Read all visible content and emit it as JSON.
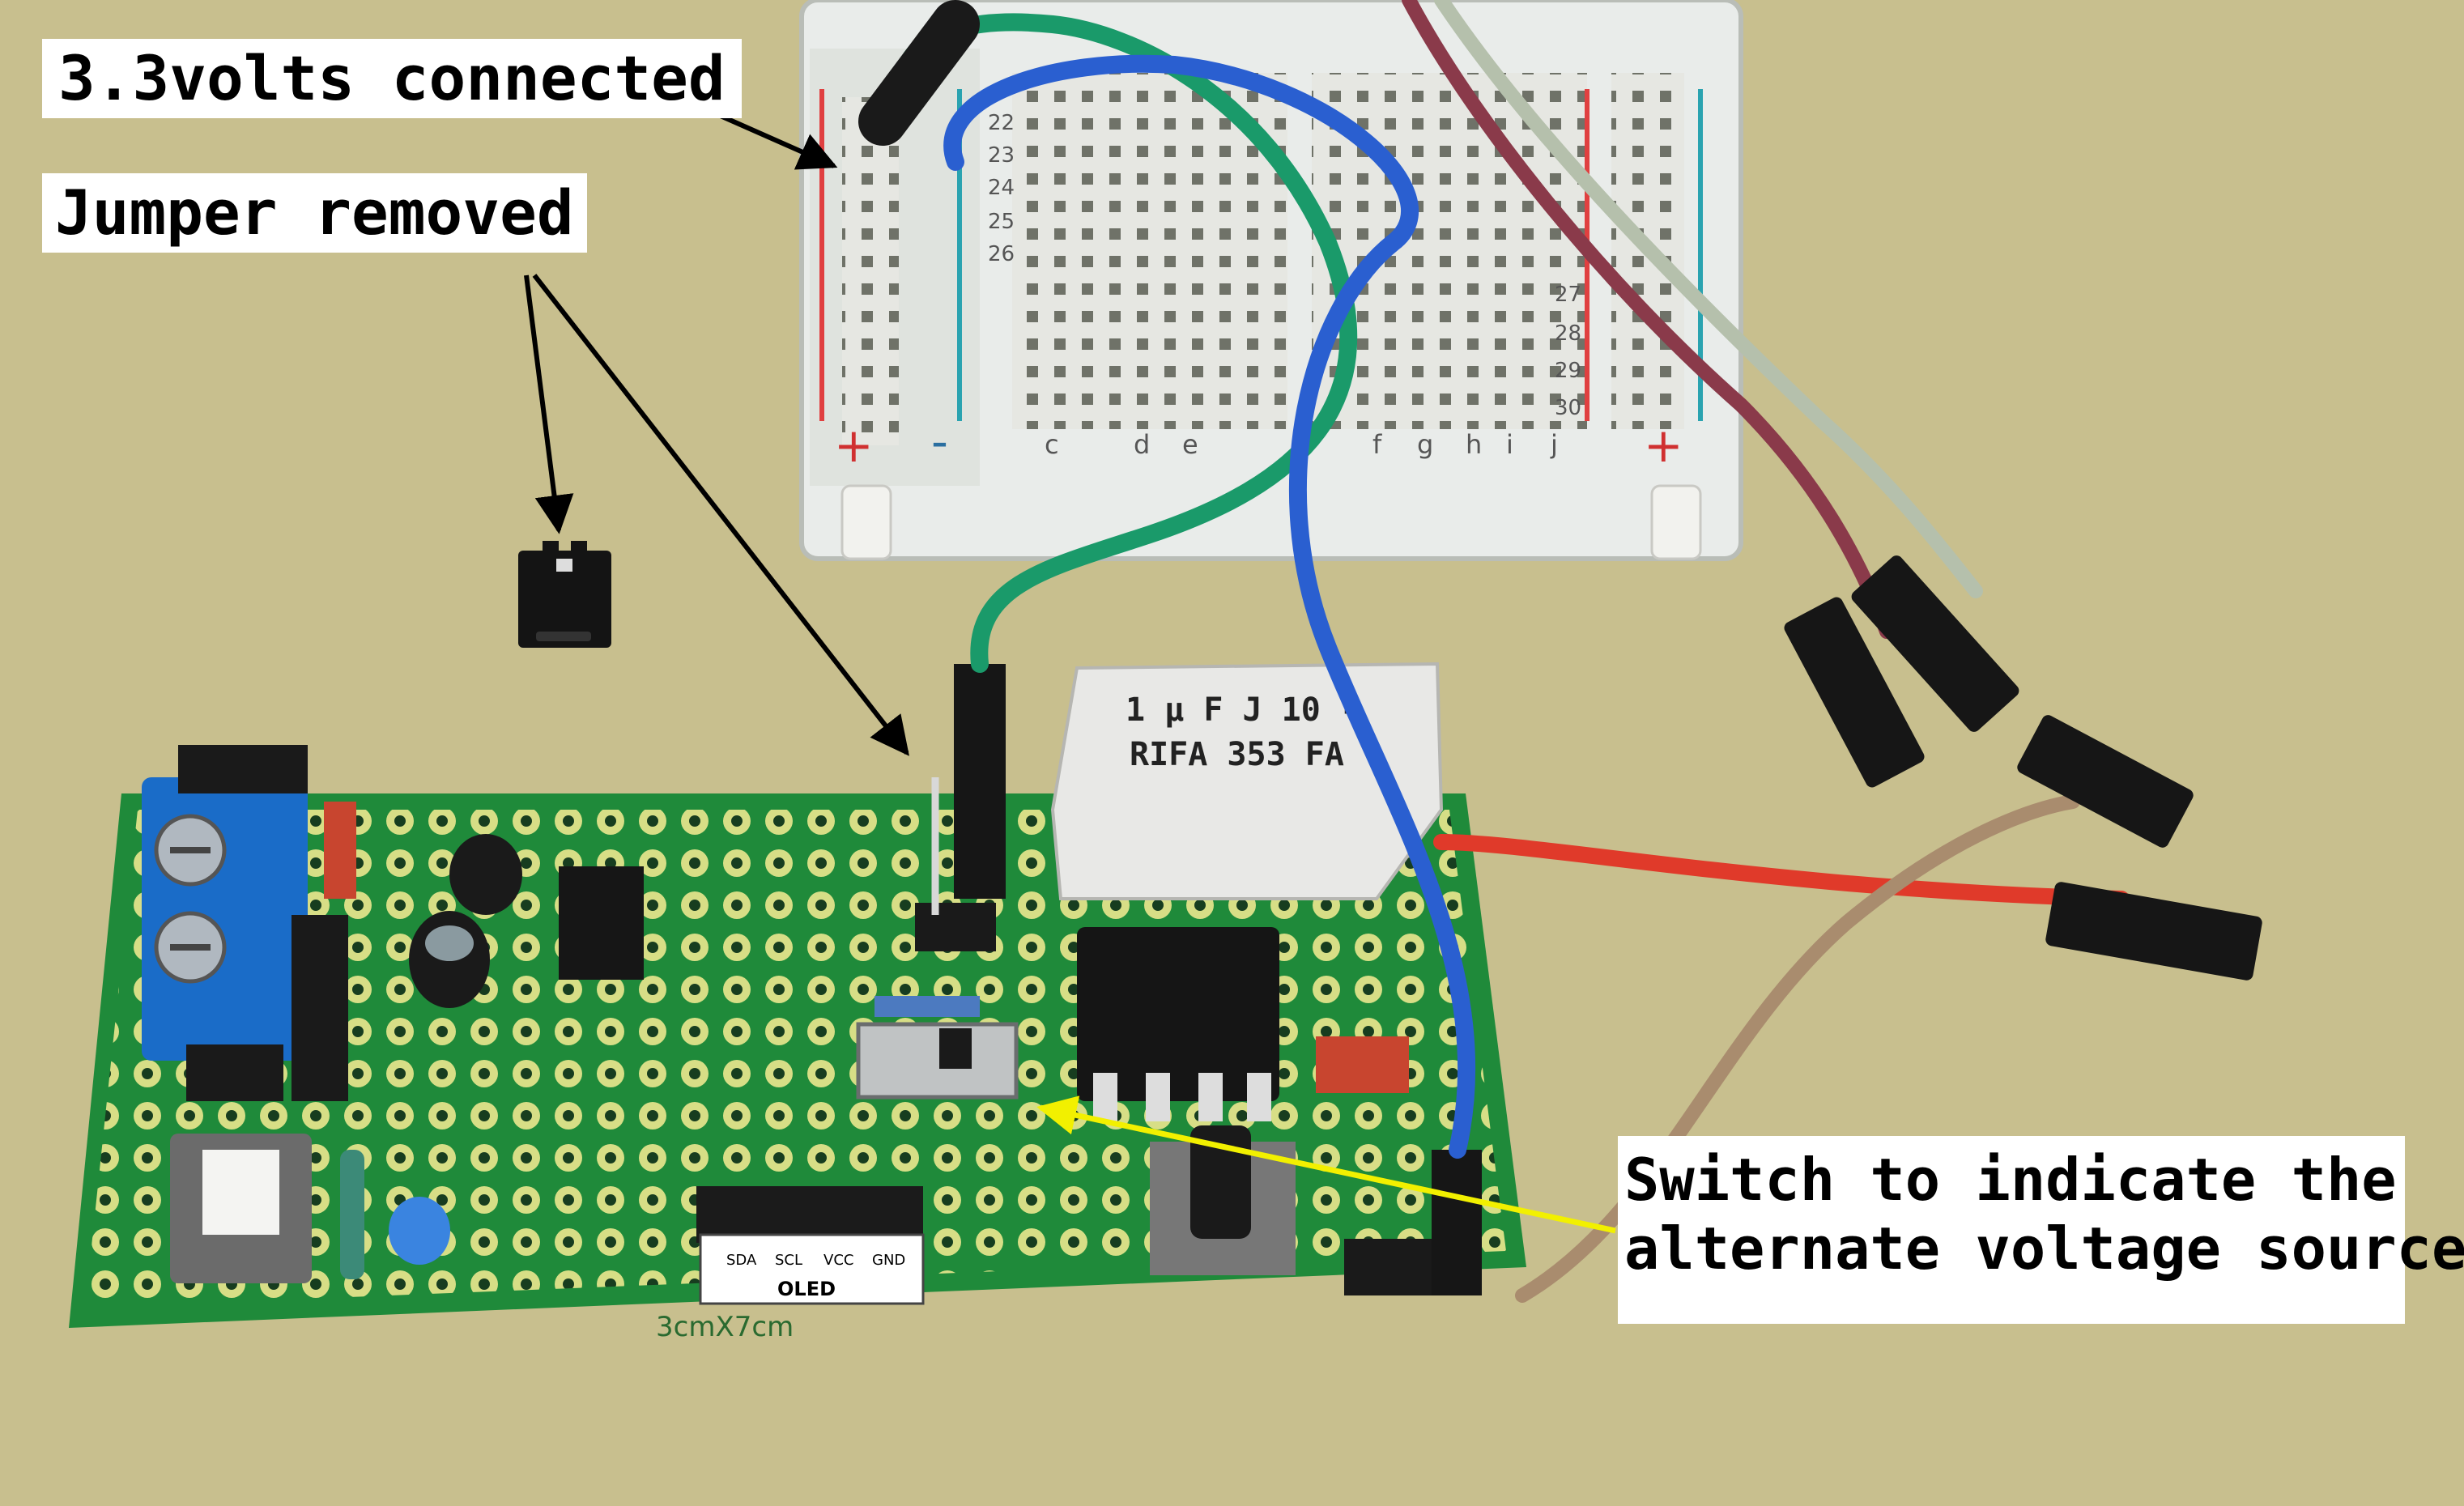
{
  "annotations": {
    "voltage_label": "3.3volts connected",
    "jumper_label": "Jumper removed",
    "switch_label_line1": "Switch to indicate the",
    "switch_label_line2": "alternate voltage source"
  },
  "capacitor": {
    "line1": "1 µ F   J   10 -",
    "line2": "RIFA   353   FA"
  },
  "oled_header": {
    "pins": [
      "SDA",
      "SCL",
      "VCC",
      "GND"
    ],
    "label": "OLED"
  },
  "pcb_marking": "3cmX7cm",
  "breadboard": {
    "row_numbers_left": [
      "22",
      "23",
      "24",
      "25",
      "26"
    ],
    "row_numbers_right": [
      "27",
      "28",
      "29",
      "30"
    ],
    "column_letters": [
      "c",
      "d",
      "e",
      "f",
      "g",
      "h",
      "i",
      "j"
    ],
    "rail_symbol_plus": "+",
    "rail_symbol_minus": "-"
  },
  "colors": {
    "background": "#c8bf8e",
    "pcb": "#1f8a3a",
    "arrow_black": "#000000",
    "arrow_yellow": "#f2f000",
    "wire_green": "#1a9a6a",
    "wire_blue": "#2a5fd0",
    "wire_red": "#e03a2a"
  }
}
